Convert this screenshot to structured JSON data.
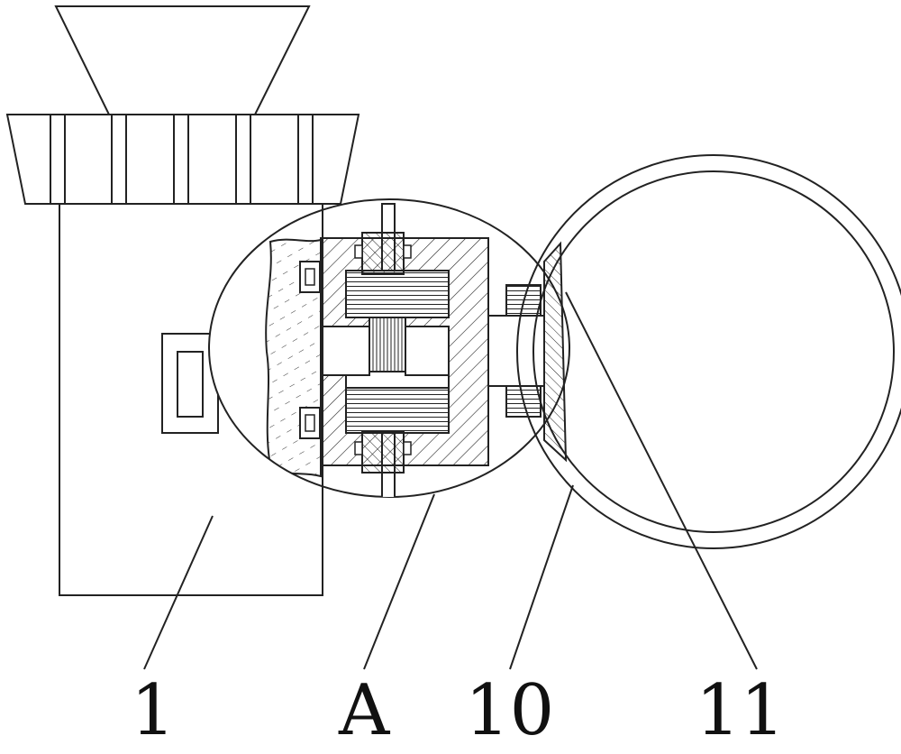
{
  "labels": {
    "body": "1",
    "detail": "A",
    "ring": "10",
    "pad": "11"
  }
}
